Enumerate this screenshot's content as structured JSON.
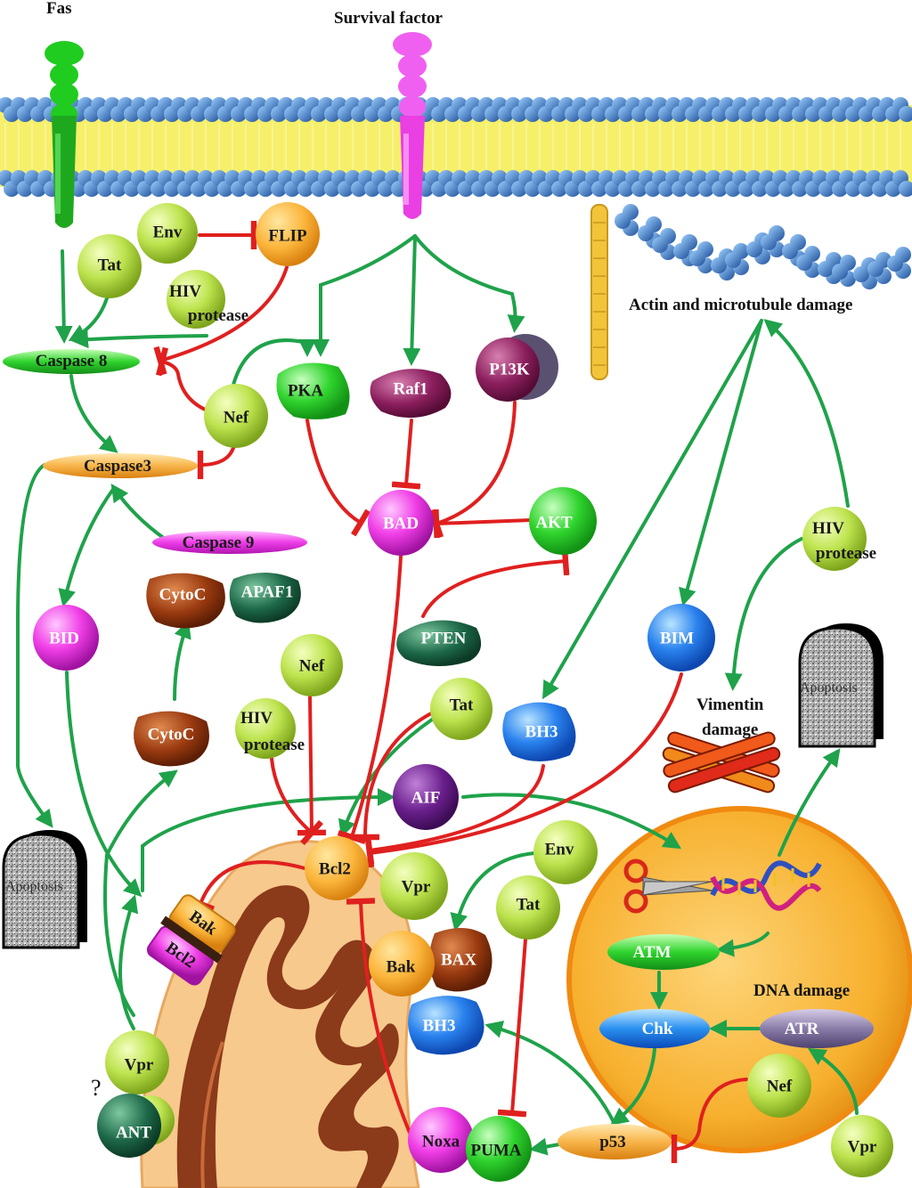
{
  "labels": {
    "fas": "Fas",
    "survival_factor": "Survival factor",
    "actin_damage": "Actin and microtubule damage",
    "vimentin_damage_1": "Vimentin",
    "vimentin_damage_2": "damage",
    "dna_damage": "DNA damage",
    "question_mark": "?"
  },
  "nodes": {
    "env_top": "Env",
    "tat_top": "Tat",
    "flip": "FLIP",
    "hiv_protease_top_1": "HIV",
    "hiv_protease_top_2": "protease",
    "caspase8": "Caspase 8",
    "nef_top": "Nef",
    "caspase3": "Caspase3",
    "caspase9": "Caspase 9",
    "cytoc_top": "CytoC",
    "apaf1": "APAF1",
    "bid": "BID",
    "cytoc_mid": "CytoC",
    "pka": "PKA",
    "raf1": "Raf1",
    "p13k": "P13K",
    "bad": "BAD",
    "akt": "AKT",
    "pten": "PTEN",
    "nef_mid": "Nef",
    "hiv_protease_mid_1": "HIV",
    "hiv_protease_mid_2": "protease",
    "tat_mid": "Tat",
    "aif": "AIF",
    "bh3_mid": "BH3",
    "bim": "BIM",
    "hiv_protease_right_1": "HIV",
    "hiv_protease_right_2": "protease",
    "apoptosis_right": "Apoptosis",
    "apoptosis_left": "Apoptosis",
    "bcl2_center": "Bcl2",
    "bak_mito": "Bak",
    "bcl2_mito": "Bcl2",
    "vpr_center": "Vpr",
    "env_bottom": "Env",
    "tat_bottom": "Tat",
    "bak": "Bak",
    "bax": "BAX",
    "bh3_bottom": "BH3",
    "vpr_left": "Vpr",
    "ant": "ANT",
    "noxa": "Noxa",
    "puma": "PUMA",
    "p53": "p53",
    "atm": "ATM",
    "chk": "Chk",
    "atr": "ATR",
    "nef_bottom": "Nef",
    "vpr_bottom": "Vpr"
  },
  "colors": {
    "activation_arrow": "#1fa24a",
    "inhibition_arrow": "#e0201f",
    "membrane_head": "#1f63b8",
    "membrane_tail": "#f6ef6a",
    "nucleus": "#f4a41c",
    "mitochondria_outer": "#f7c98c",
    "mitochondria_cristae": "#8b3a1a"
  }
}
